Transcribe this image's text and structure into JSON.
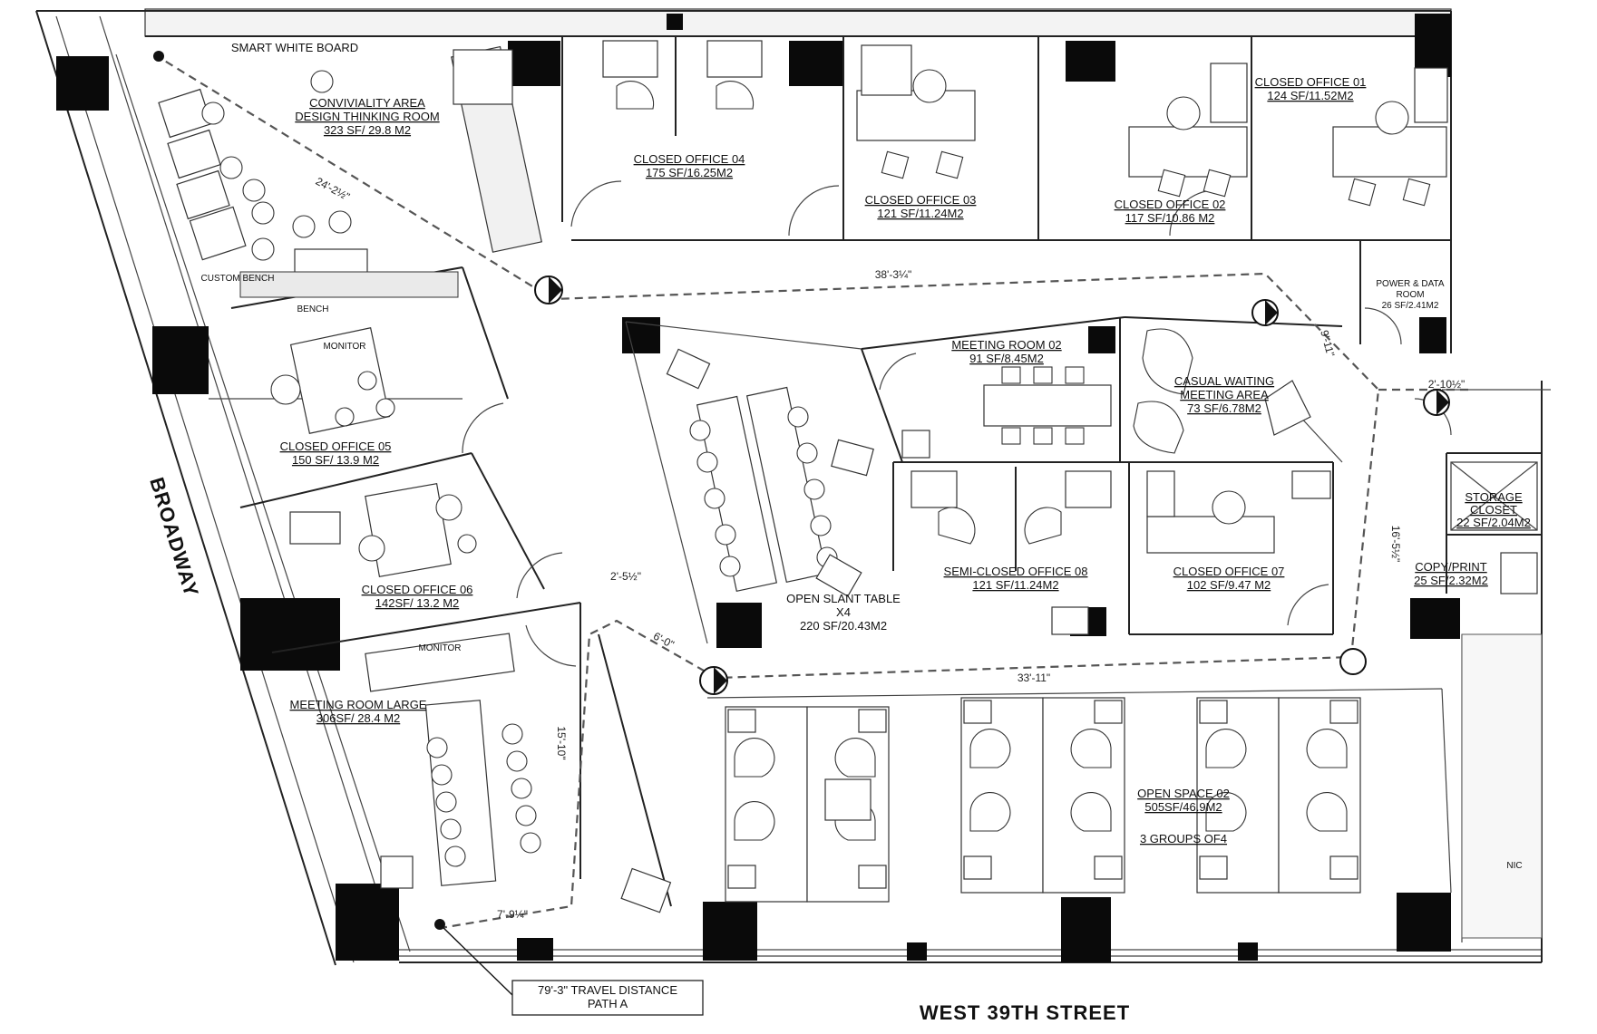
{
  "rooms": {
    "smart_white_board": "SMART WHITE BOARD",
    "conviviality": {
      "name": "CONVIVIALITY AREA",
      "sub": "DESIGN THINKING ROOM",
      "area": "323 SF/ 29.8 M2"
    },
    "custom_bench": "CUSTOM BENCH",
    "bench": "BENCH",
    "office04": {
      "name": "CLOSED OFFICE 04",
      "area": "175 SF/16.25M2"
    },
    "office03": {
      "name": "CLOSED OFFICE 03",
      "area": "121 SF/11.24M2"
    },
    "office02": {
      "name": "CLOSED OFFICE 02",
      "area": "117 SF/10.86 M2"
    },
    "office01": {
      "name": "CLOSED OFFICE 01",
      "area": "124 SF/11.52M2"
    },
    "power_data": {
      "name": "POWER & DATA",
      "sub": "ROOM",
      "area": "26 SF/2.41M2"
    },
    "office05": {
      "name": "CLOSED OFFICE 05",
      "area": "150 SF/ 13.9 M2"
    },
    "office06": {
      "name": "CLOSED OFFICE 06",
      "area": "142SF/ 13.2 M2"
    },
    "monitor_1": "MONITOR",
    "monitor_2": "MONITOR",
    "meeting_large": {
      "name": "MEETING ROOM LARGE",
      "area": "306SF/ 28.4 M2"
    },
    "open_slant": {
      "name": "OPEN SLANT TABLE",
      "sub": "X4",
      "area": "220 SF/20.43M2"
    },
    "meeting02": {
      "name": "MEETING ROOM 02",
      "area": "91 SF/8.45M2"
    },
    "casual": {
      "name": "CASUAL WAITING",
      "sub": "MEETING AREA",
      "area": "73 SF/6.78M2"
    },
    "semi08": {
      "name": "SEMI-CLOSED OFFICE 08",
      "area": "121 SF/11.24M2"
    },
    "office07": {
      "name": "CLOSED OFFICE 07",
      "area": "102 SF/9.47 M2"
    },
    "storage": {
      "name": "STORAGE",
      "sub": "CLOSET",
      "area": "22 SF/2.04M2"
    },
    "copy": {
      "name": "COPY/PRINT",
      "area": "25 SF/2.32M2"
    },
    "open02": {
      "name": "OPEN SPACE 02",
      "area": "505SF/46.9M2",
      "sub": "3 GROUPS OF4"
    },
    "nic": "NIC"
  },
  "dimensions": {
    "d1": "24'-2½\"",
    "d2": "38'-3¼\"",
    "d3": "9'-11\"",
    "d4": "2'-10½\"",
    "d5": "16'-5½\"",
    "d6": "2'-5½\"",
    "d7": "6'-0\"",
    "d8": "33'-11\"",
    "d9": "15'-10\"",
    "d10": "7'-9¼\""
  },
  "streets": {
    "broadway": "BROADWAY",
    "west39": "WEST 39TH STREET"
  },
  "travel": {
    "line1": "79'-3\" TRAVEL DISTANCE",
    "line2": "PATH A"
  }
}
